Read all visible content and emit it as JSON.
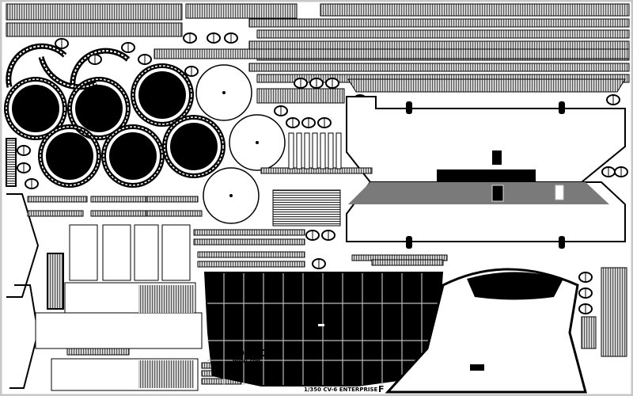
{
  "sheet": {
    "title": "1/350 CV-6 ENTERPRISE",
    "fret_letter": "F",
    "brand": {
      "name": "PONTOS",
      "site": "MODEL.COM"
    }
  },
  "colors": {
    "metal": "#000000",
    "background": "#ffffff",
    "half_etch": "#7a7a7a",
    "frame": "#c8c8c8"
  }
}
